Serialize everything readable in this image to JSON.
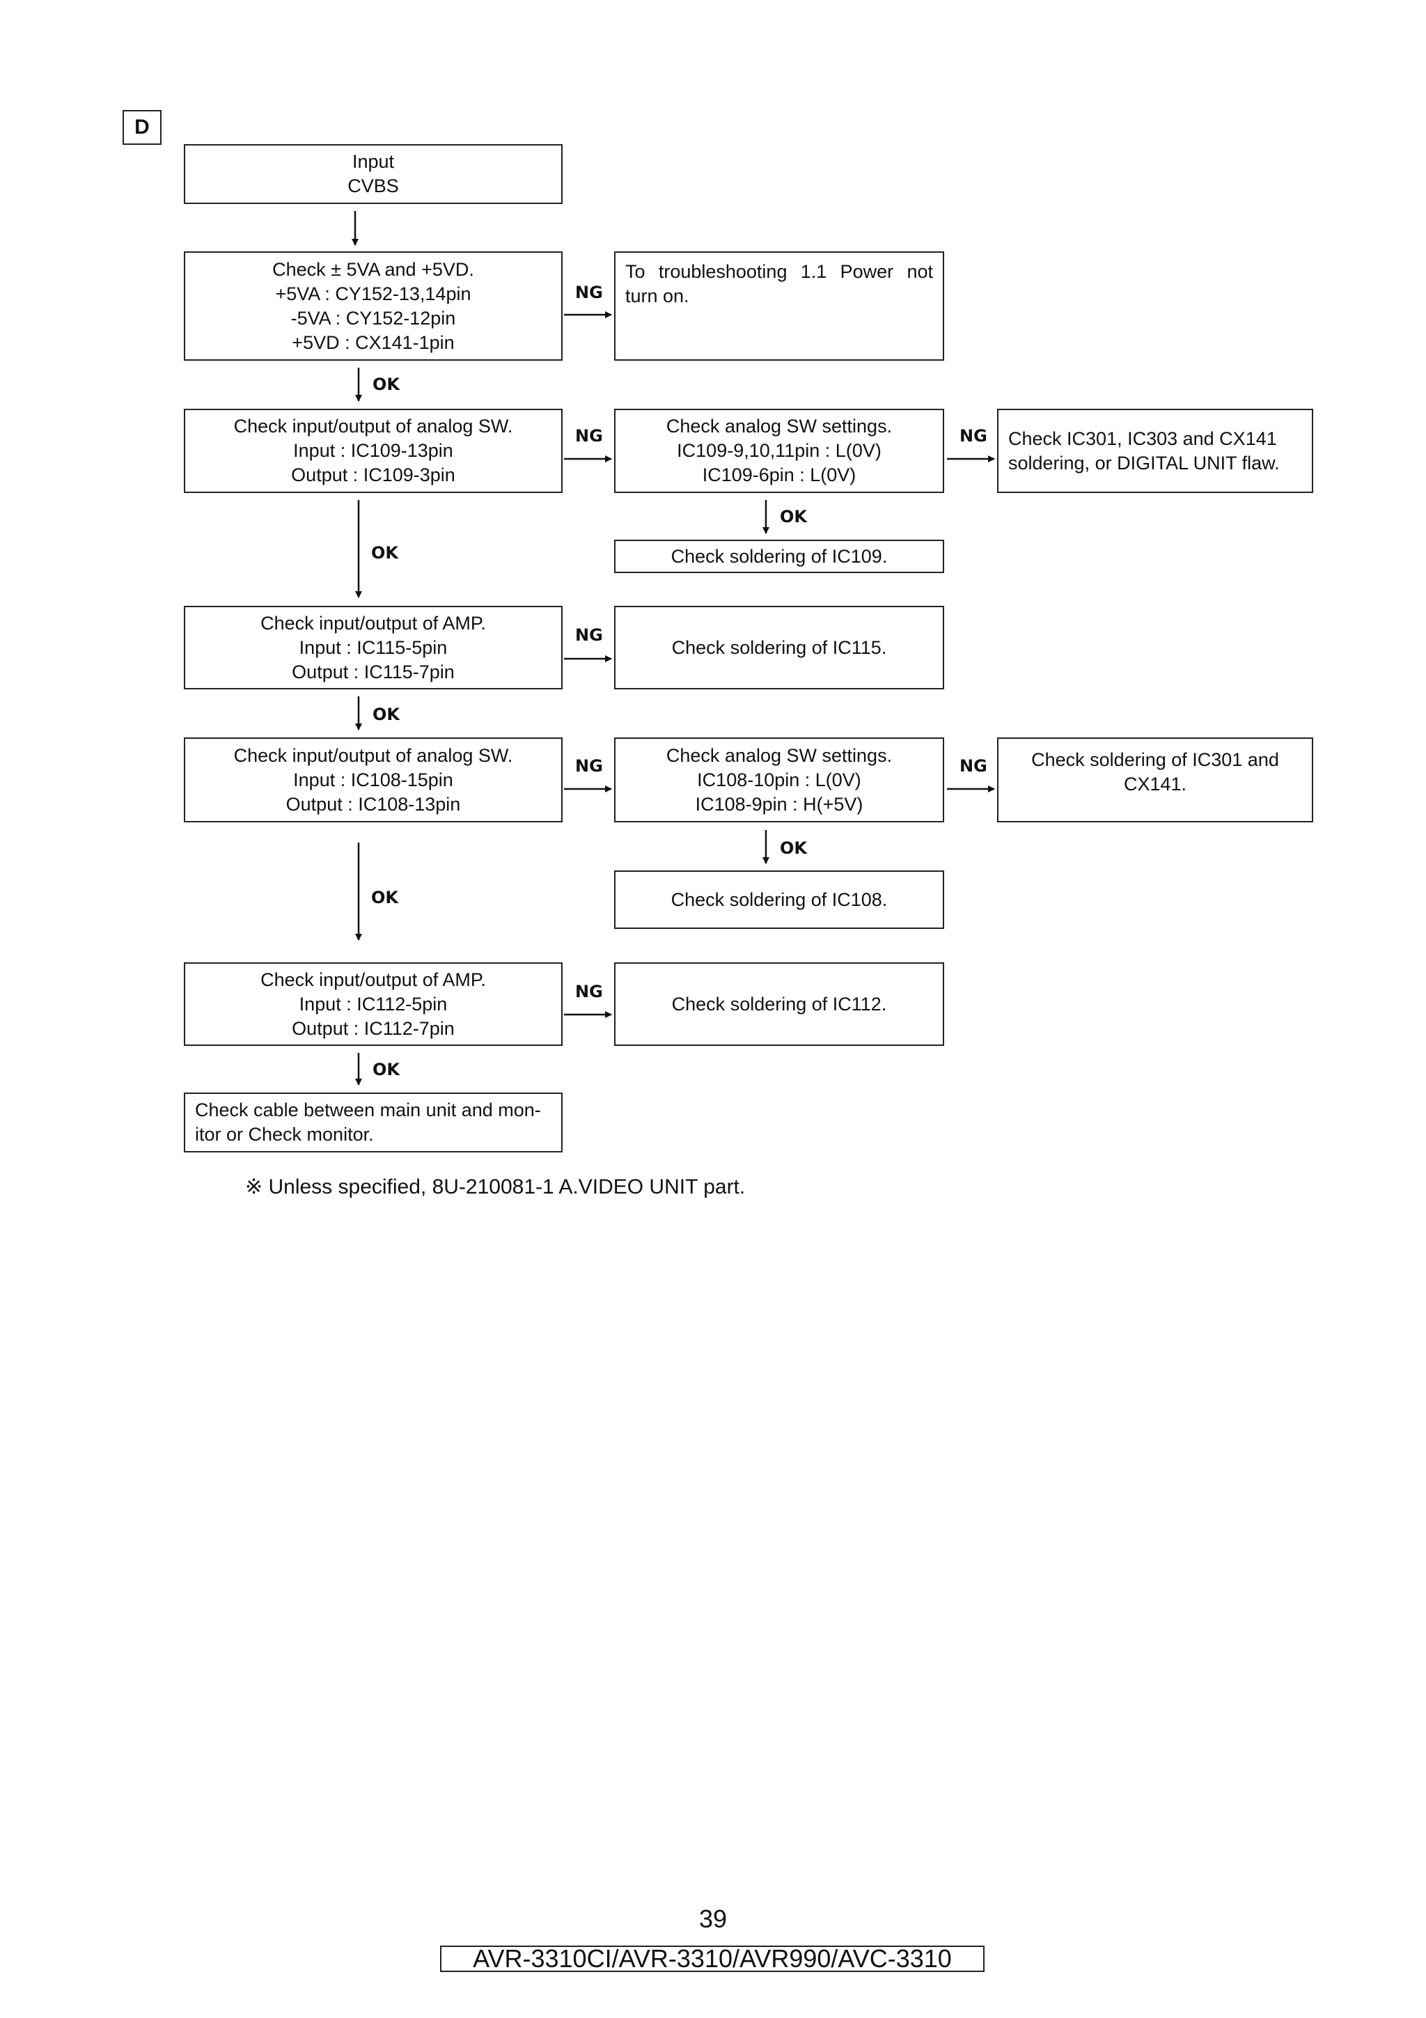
{
  "section_label": "D",
  "boxes": {
    "input": [
      "Input",
      "CVBS"
    ],
    "check_power": [
      "Check ± 5VA and +5VD.",
      "+5VA : CY152-13,14pin",
      "-5VA : CY152-12pin",
      "+5VD : CX141-1pin"
    ],
    "to_troubleshoot": "To troubleshooting 1.1 Power not turn on.",
    "analog_sw_1": [
      "Check input/output of analog SW.",
      "Input : IC109-13pin",
      "Output : IC109-3pin"
    ],
    "analog_sw_settings_1": [
      "Check analog SW settings.",
      "IC109-9,10,11pin : L(0V)",
      "IC109-6pin : L(0V)"
    ],
    "check_ic301_1": [
      "Check IC301, IC303 and CX141",
      "soldering, or DIGITAL UNIT flaw."
    ],
    "solder_ic109": "Check soldering of IC109.",
    "amp_1": [
      "Check input/output of AMP.",
      "Input : IC115-5pin",
      "Output : IC115-7pin"
    ],
    "solder_ic115": "Check soldering of IC115.",
    "analog_sw_2": [
      "Check input/output of analog SW.",
      "Input : IC108-15pin",
      "Output : IC108-13pin"
    ],
    "analog_sw_settings_2": [
      "Check analog SW settings.",
      "IC108-10pin : L(0V)",
      "IC108-9pin : H(+5V)"
    ],
    "check_ic301_2": [
      "Check soldering of IC301 and",
      "CX141."
    ],
    "solder_ic108": "Check soldering of IC108.",
    "amp_2": [
      "Check input/output of AMP.",
      "Input : IC112-5pin",
      "Output : IC112-7pin"
    ],
    "solder_ic112": "Check soldering of IC112.",
    "check_cable": [
      "Check cable between main unit and mon-",
      "itor or Check monitor."
    ]
  },
  "labels": {
    "ok": "OK",
    "ng": "NG"
  },
  "note": "※  Unless specified, 8U-210081-1 A.VIDEO UNIT part.",
  "page_number": "39",
  "model_names": "AVR-3310CI/AVR-3310/AVR990/AVC-3310"
}
